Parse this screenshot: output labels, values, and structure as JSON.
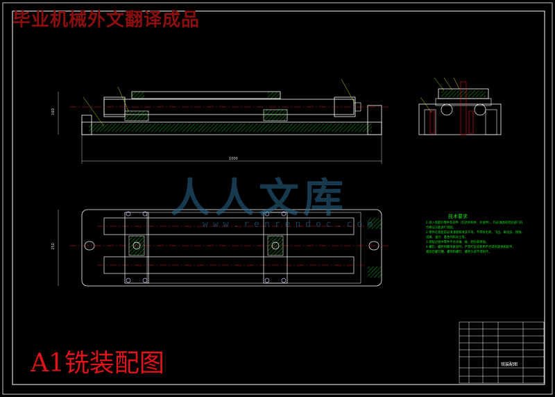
{
  "header_watermark": "毕业机械外文翻译成品",
  "drawing_label": "A1铣装配图",
  "watermark_brand": "人人文库",
  "watermark_url": "www.renrendoc.com",
  "technical_requirements": {
    "title": "技术要求",
    "notes": [
      "1.进入装配的零件及部件（包括外购件、外协件），均必须具有检验部门的",
      "  合格证方能进行装配。",
      "2.零件在装配前必须清理和清洗干净，不得有毛刺、飞边、氧化皮、锈蚀、",
      "  切屑、油污、着色剂和灰尘等。",
      "3.装配过程中零件不允许磕、碰、划伤和锈蚀。",
      "4.螺钉、螺栓和螺母紧固时，严禁打击或使用不合适的旋具和扳手，",
      "  紧固后螺钉槽、螺母和螺钉、螺栓头部不得损坏。"
    ]
  },
  "title_block": {
    "drawing_name": "铣装配图"
  },
  "dimensions": {
    "length": "1000",
    "height_front": "160",
    "width_plan": "250"
  },
  "colors": {
    "outline": "#ffffff",
    "centerline": "#e0141b",
    "hatch": "#19e019",
    "leader": "#d9d900",
    "bolt": "#c8c8ff"
  }
}
